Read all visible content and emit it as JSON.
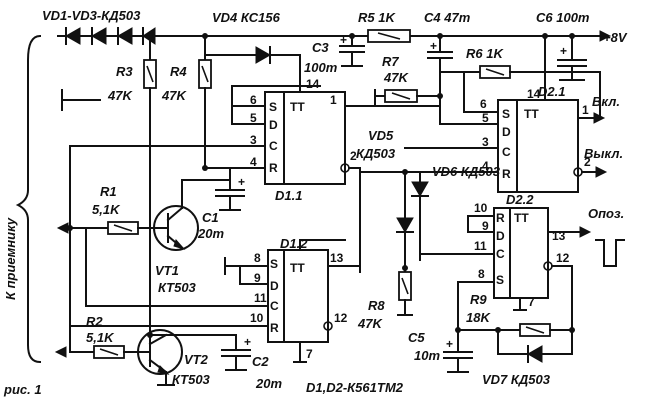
{
  "figure_caption": "рис. 1",
  "left_bus_label": "К приемнику",
  "diodes_top": "VD1-VD3-КД503",
  "vd4": "VD4 КС156",
  "r5": "R5 1K",
  "c4": "C4 47m",
  "c6": "C6 100m",
  "supply": "+8V",
  "r3_name": "R3",
  "r3_val": "47K",
  "r4_name": "R4",
  "r4_val": "47K",
  "c3_name": "C3",
  "c3_val": "100m",
  "r7_name": "R7",
  "r7_val": "47K",
  "r6": "R6 1K",
  "d21": "D2.1",
  "out_on": "Вкл.",
  "out_off": "Выкл.",
  "vd5_name": "VD5",
  "vd5_val": "КД503",
  "vd6": "VD6 КД503",
  "d11": "D1.1",
  "r1_name": "R1",
  "r1_val": "5,1K",
  "c1_name": "C1",
  "c1_val": "20m",
  "vt1_name": "VT1",
  "vt1_val": "КТ503",
  "d12": "D1.2",
  "r8_name": "R8",
  "r8_val": "47K",
  "d22": "D2.2",
  "out_opoz": "Опоз.",
  "r9_name": "R9",
  "r9_val": "18K",
  "r2_name": "R2",
  "r2_val": "5,1K",
  "vt2": "VT2",
  "vt2_val": "КТ503",
  "c2_name": "C2",
  "c2_val": "20m",
  "c5_name": "C5",
  "c5_val": "10m",
  "vd7": "VD7 КД503",
  "ic_types": "D1,D2-К561ТМ2",
  "ff": {
    "s": "S",
    "d": "D",
    "c": "C",
    "r": "R",
    "tt": "TT",
    "p1": "1",
    "p2": "2",
    "p3": "3",
    "p4": "4",
    "p5": "5",
    "p6": "6",
    "p7": "7",
    "p8": "8",
    "p9": "9",
    "p10": "10",
    "p11": "11",
    "p12": "12",
    "p13": "13",
    "p14": "14"
  }
}
